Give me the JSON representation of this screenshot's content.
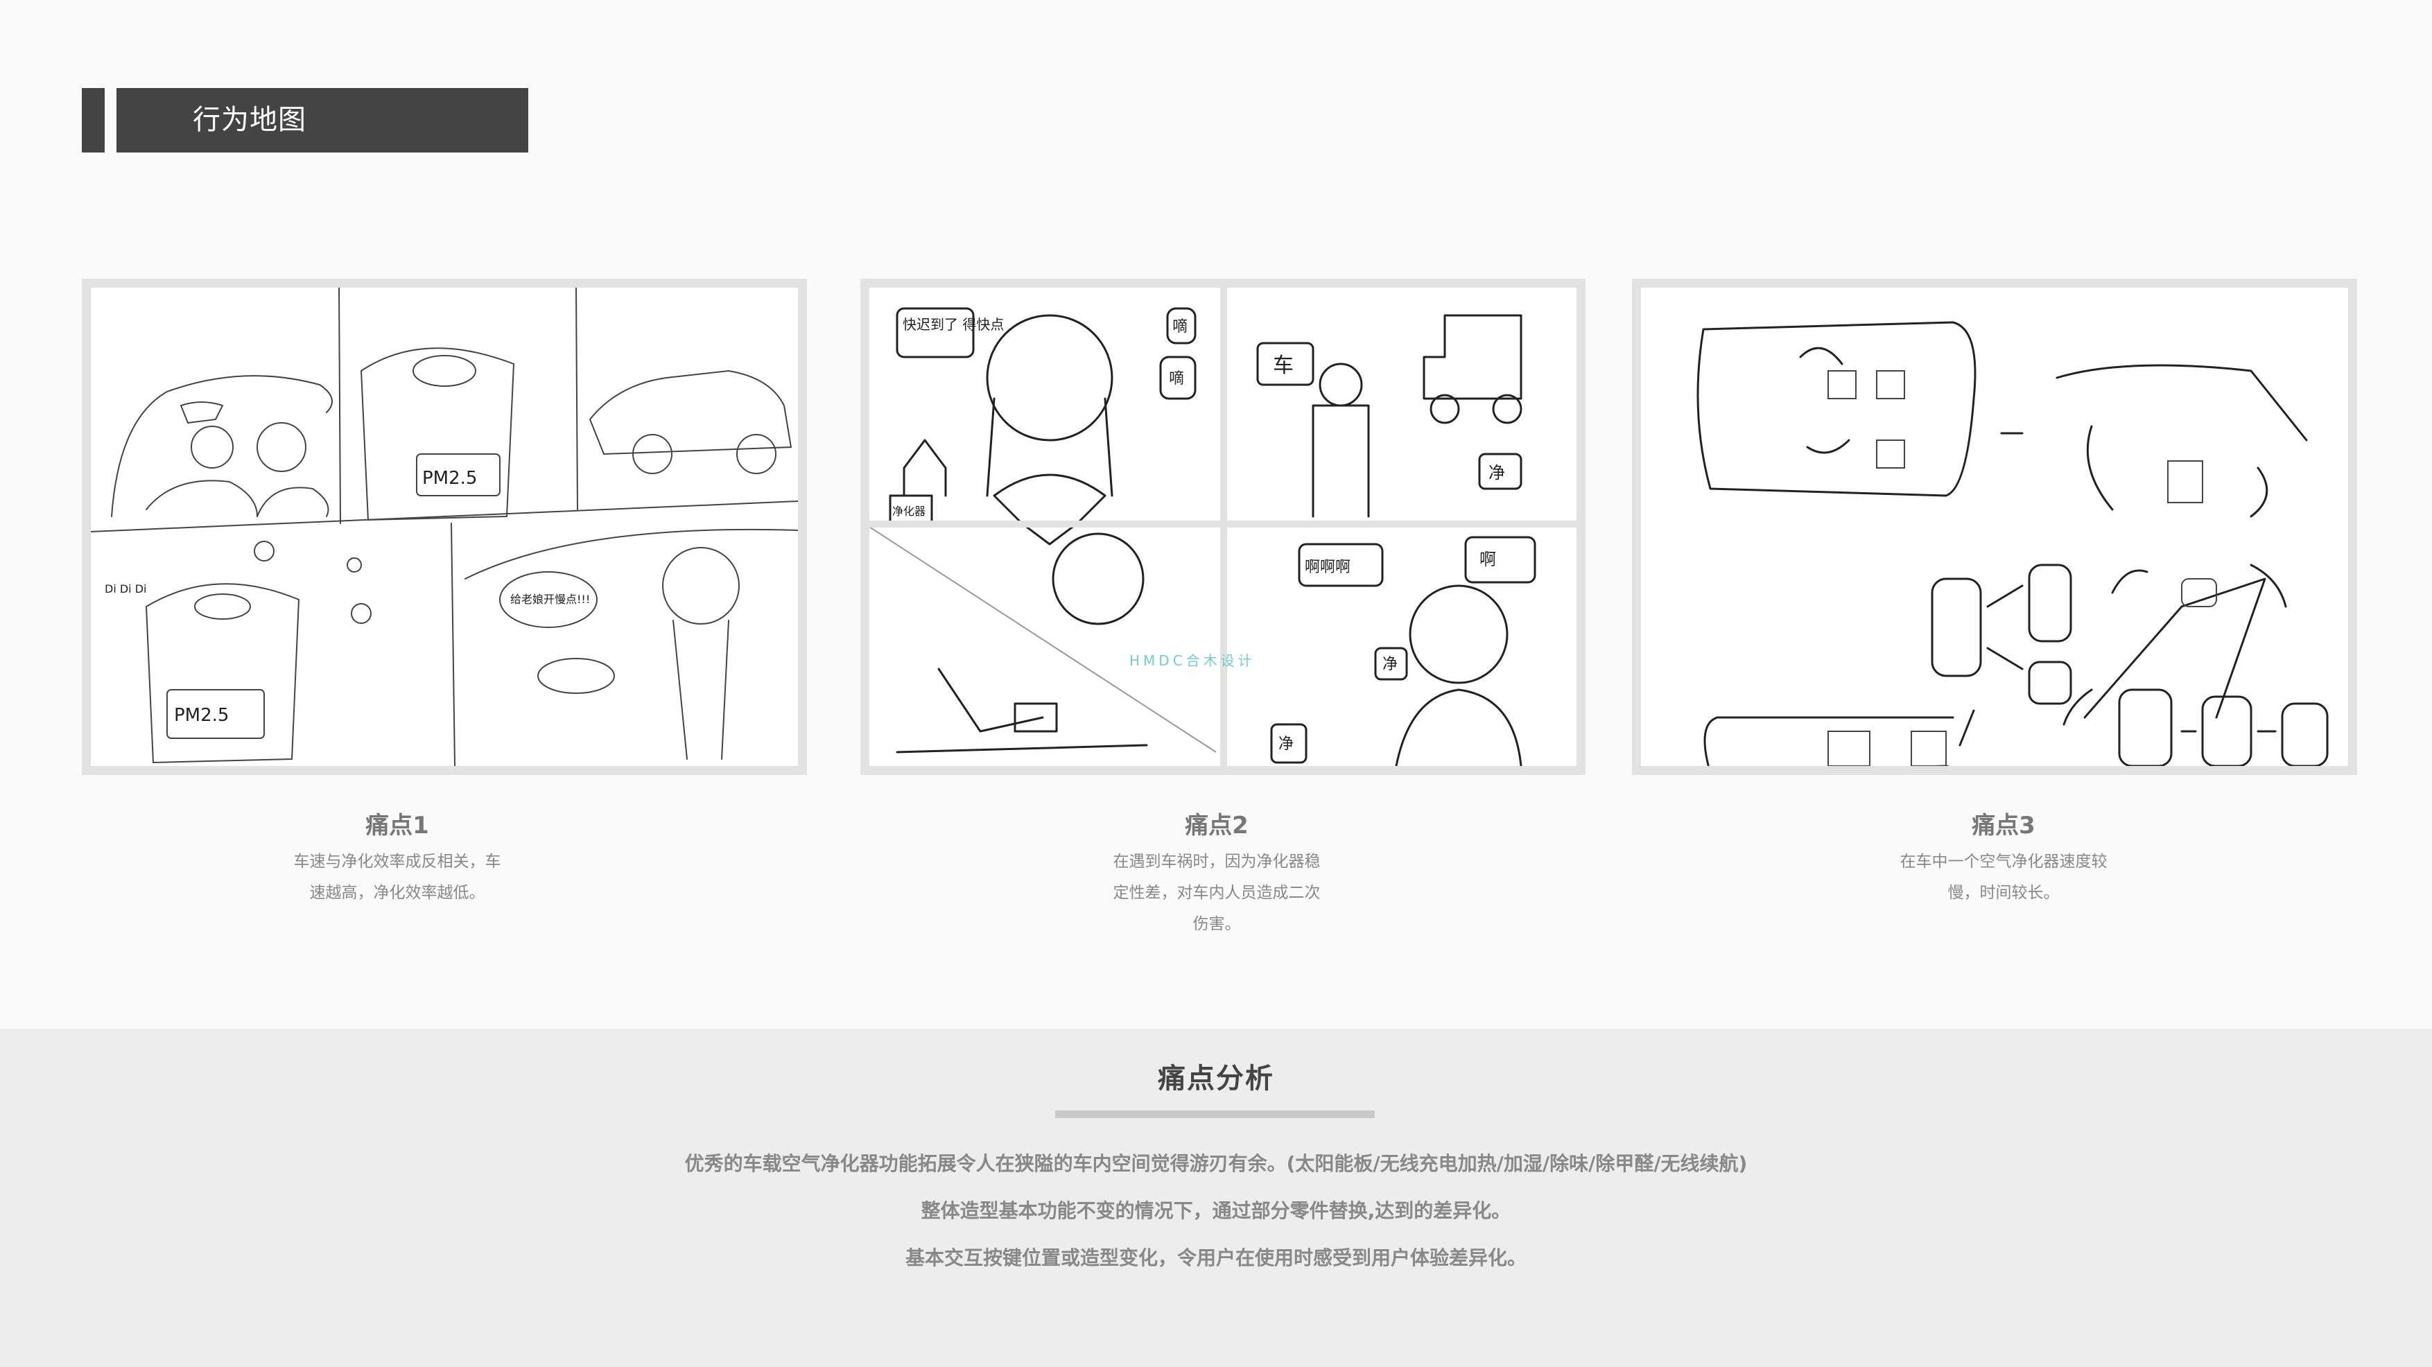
{
  "header": {
    "title": "行为地图"
  },
  "storyboards": [
    {
      "id": "1",
      "sketch_labels": [
        "PM2.5",
        "PM2.5",
        "Di Di Di",
        "给老娘开慢点!!!"
      ],
      "caption_title": "痛点1",
      "caption_lines": [
        "车速与净化效率成反相关，车",
        "速越高，净化效率越低。"
      ]
    },
    {
      "id": "2",
      "sketch_labels": [
        "快迟到了 得快点",
        "嘀",
        "嘀",
        "净化器",
        "车",
        "净",
        "啊啊啊",
        "啊",
        "净",
        "净"
      ],
      "caption_title": "痛点2",
      "caption_lines": [
        "在遇到车祸时，因为净化器稳",
        "定性差，对车内人员造成二次",
        "伤害。"
      ]
    },
    {
      "id": "3",
      "sketch_labels": [],
      "caption_title": "痛点3",
      "caption_lines": [
        "在车中一个空气净化器速度较",
        "慢，时间较长。"
      ]
    }
  ],
  "watermark": "HMDC合木设计",
  "analysis": {
    "title": "痛点分析",
    "lines": [
      "优秀的车载空气净化器功能拓展令人在狭隘的车内空间觉得游刃有余。(太阳能板/无线充电加热/加湿/除味/除甲醛/无线续航)",
      "整体造型基本功能不变的情况下，通过部分零件替换,达到的差异化。",
      "基本交互按键位置或造型变化，令用户在使用时感受到用户体验差异化。"
    ]
  },
  "colors": {
    "page_bg": "#fafafa",
    "header_bg": "#444444",
    "frame_border": "#e2e2e2",
    "band_bg": "#ededed",
    "divider": "#c9c9c9",
    "caption_text": "#888888",
    "watermark": "#6fd1c8"
  }
}
